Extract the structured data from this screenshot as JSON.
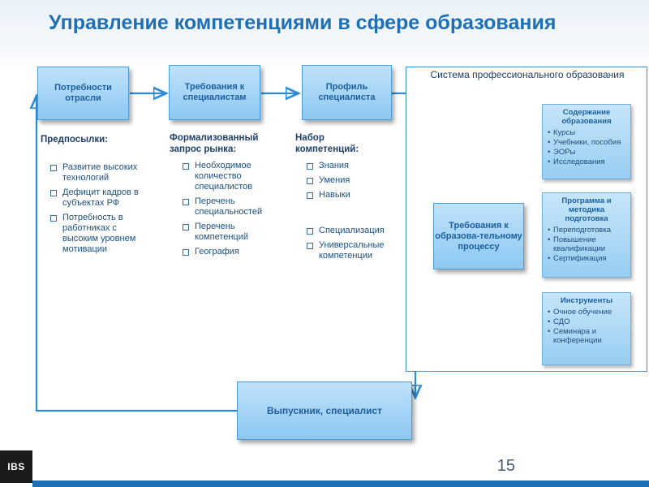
{
  "title": "Управление компетенциями в сфере образования",
  "boxes": {
    "needs": "Потребности отрасли",
    "requirements": "Требования к специалистам",
    "profile": "Профиль специалиста",
    "edu_requirements": "Требования к образова-тельному процессу",
    "graduate": "Выпускник, специалист"
  },
  "system": {
    "title": "Система профессионального образования"
  },
  "subboxes": {
    "content": {
      "title": "Содержание образования",
      "items": [
        "Курсы",
        "Учебники, пособия",
        "ЭОРы",
        "Исследования"
      ]
    },
    "program": {
      "title": "Программа и методика подготовка",
      "items": [
        "Переподготовка",
        "Повышение квалификации",
        "Сертификация"
      ]
    },
    "tools": {
      "title": "Инструменты",
      "items": [
        "Очное обучение",
        "СДО",
        "Семинара и конференции"
      ]
    }
  },
  "columns": {
    "prereq": {
      "heading": "Предпосылки:",
      "items": [
        "Развитие высоких технологий",
        "Дефицит кадров в субъектах РФ",
        "Потребность в работниках с высоким уровнем мотивации"
      ]
    },
    "formal": {
      "heading": "Формализованный запрос рынка:",
      "items": [
        "Необходимое количество специалистов",
        "Перечень специальностей",
        "Перечень компетенций",
        "География"
      ]
    },
    "competencies": {
      "heading": "Набор компетенций:",
      "items": [
        "Знания",
        "Умения",
        "Навыки"
      ],
      "items2": [
        "Специализация",
        "Универсальные компетенции"
      ]
    }
  },
  "logo": "IBS",
  "page_number": "15",
  "colors": {
    "accent": "#1f6fb6",
    "box": "#9dd1f5",
    "line": "#2f8bd3"
  }
}
